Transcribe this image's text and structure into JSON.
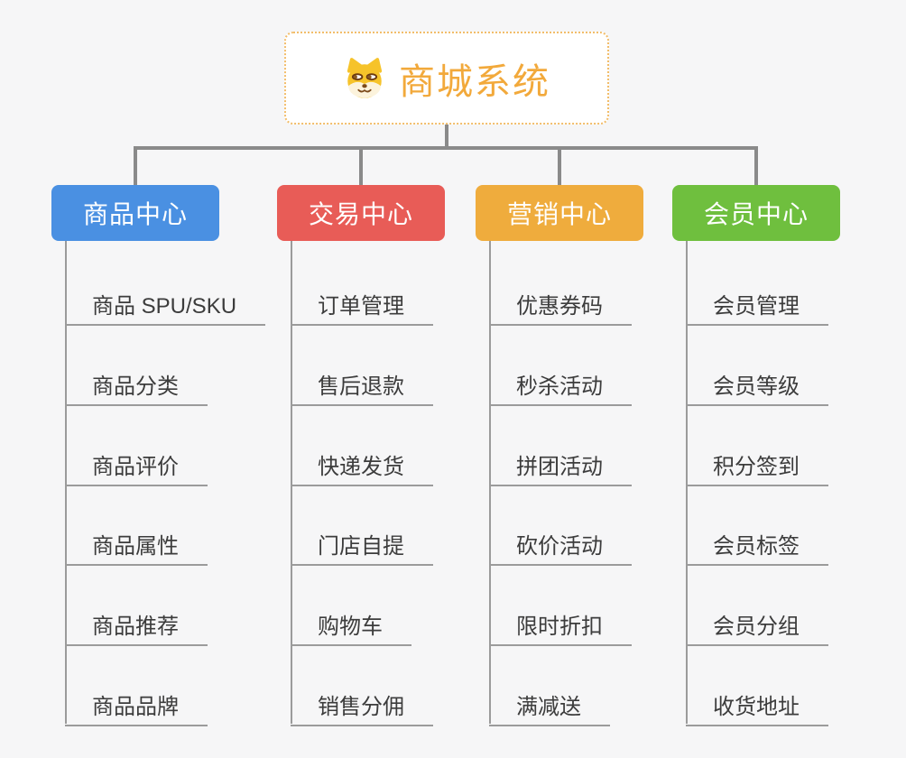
{
  "app": {
    "background_color": "#f6f6f7",
    "connector_color": "#8a8a8a",
    "leaf_line_color": "#9b9b9b"
  },
  "root": {
    "label": "商城系统",
    "icon": "doge-face-icon",
    "text_color": "#f2a93b",
    "border_color": "#f2bd6a"
  },
  "branches": [
    {
      "label": "商品中心",
      "color": "#4a90e2",
      "children": [
        "商品 SPU/SKU",
        "商品分类",
        "商品评价",
        "商品属性",
        "商品推荐",
        "商品品牌"
      ]
    },
    {
      "label": "交易中心",
      "color": "#e85c57",
      "children": [
        "订单管理",
        "售后退款",
        "快递发货",
        "门店自提",
        "购物车",
        "销售分佣"
      ]
    },
    {
      "label": "营销中心",
      "color": "#efac3d",
      "children": [
        "优惠券码",
        "秒杀活动",
        "拼团活动",
        "砍价活动",
        "限时折扣",
        "满减送"
      ]
    },
    {
      "label": "会员中心",
      "color": "#6fbf3e",
      "children": [
        "会员管理",
        "会员等级",
        "积分签到",
        "会员标签",
        "会员分组",
        "收货地址"
      ]
    }
  ]
}
